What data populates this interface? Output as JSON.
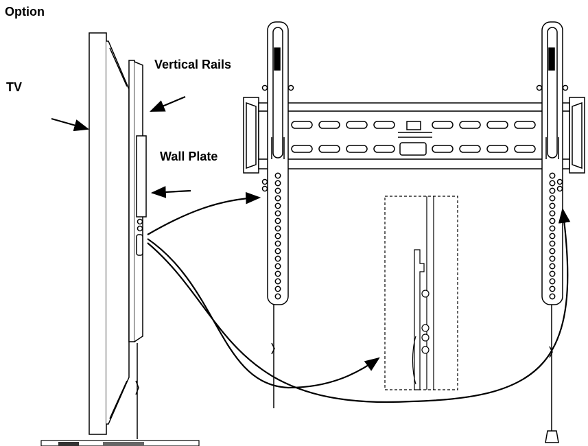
{
  "labels": {
    "option": "Option",
    "tv": "TV",
    "vertical_rails": "Vertical Rails",
    "wall_plate": "Wall Plate"
  },
  "colors": {
    "line": "#000000",
    "fill": "#ffffff",
    "light_fill": "#f2f2f2"
  }
}
